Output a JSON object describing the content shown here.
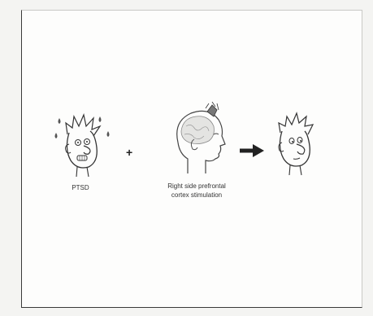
{
  "diagram": {
    "left": {
      "label": "PTSD",
      "icon": "distressed-face-icon"
    },
    "operator": "+",
    "middle": {
      "label_line1": "Right side prefrontal",
      "label_line2": "cortex stimulation",
      "icon": "brain-stimulation-head-icon"
    },
    "arrow_icon": "right-arrow-icon",
    "right": {
      "icon": "calm-face-icon"
    }
  }
}
